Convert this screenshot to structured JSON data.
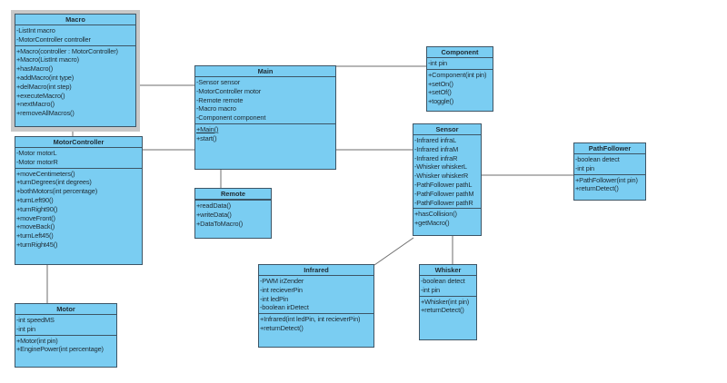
{
  "colors": {
    "class_fill": "#7acdf2",
    "border": "#3d5566",
    "line": "#6e6e6e",
    "selection": "#c8c8c8"
  },
  "classes": [
    {
      "id": "macro",
      "name": "Macro",
      "selected": true,
      "attributes": [
        "-ListInt macro",
        "-MotorController controller"
      ],
      "operations": [
        "+Macro(controller : MotorController)",
        "+Macro(ListInt macro)",
        "+hasMacro()",
        "+addMacro(int type)",
        "+delMacro(int step)",
        "+executeMacro()",
        "+nextMacro()",
        "+removeAllMacros()"
      ]
    },
    {
      "id": "motorcontroller",
      "name": "MotorController",
      "attributes": [
        "-Motor motorL",
        "-Motor motorR"
      ],
      "operations": [
        "+moveCentimeters()",
        "+turnDegrees(int degrees)",
        "+bothMotors(int percentage)",
        "+turnLeft90()",
        "+turnRight90()",
        "+moveFront()",
        "+moveBack()",
        "+turnLeft45()",
        "+turnRight45()"
      ]
    },
    {
      "id": "main",
      "name": "Main",
      "attributes": [
        "-Sensor sensor",
        "-MotorController motor",
        "-Remote remote",
        "-Macro macro",
        "-Component component"
      ],
      "operations": [
        "+Main()",
        "+start()"
      ],
      "static_ops": [
        "+Main()"
      ]
    },
    {
      "id": "remote",
      "name": "Remote",
      "attributes": [],
      "operations": [
        "+readData()",
        "+writeData()",
        "+DataToMacro()"
      ]
    },
    {
      "id": "component",
      "name": "Component",
      "attributes": [
        "-int pin"
      ],
      "operations": [
        "+Component(int pin)",
        "+setOn()",
        "+setOf()",
        "+toggle()"
      ]
    },
    {
      "id": "sensor",
      "name": "Sensor",
      "attributes": [
        "-Infrared infraL",
        "-Infrared infraM",
        "-Infrared infraR",
        "-Whisker whiskerL",
        "-Whisker whiskerR",
        "-PathFollower pathL",
        "-PathFollower pathM",
        "-PathFollower pathR"
      ],
      "operations": [
        "+hasCollision()",
        "+getMacro()"
      ]
    },
    {
      "id": "pathfollower",
      "name": "PathFollower",
      "attributes": [
        "-boolean detect",
        "-int pin"
      ],
      "operations": [
        "+PathFollower(int pin)",
        "+returnDetect()"
      ]
    },
    {
      "id": "infrared",
      "name": "Infrared",
      "attributes": [
        "-PWM irZender",
        "-int recieverPin",
        "-int ledPin",
        "-boolean irDetect"
      ],
      "operations": [
        "+Infrared(int ledPin, int recieverPin)",
        "+returnDetect()"
      ]
    },
    {
      "id": "whisker",
      "name": "Whisker",
      "attributes": [
        "-boolean detect",
        "-int pin"
      ],
      "operations": [
        "+Whisker(int pin)",
        "+returnDetect()"
      ]
    },
    {
      "id": "motor",
      "name": "Motor",
      "attributes": [
        "-int speedMS",
        "-int pin"
      ],
      "operations": [
        "+Motor(int pin)",
        "+EnginePower(int percentage)"
      ]
    }
  ],
  "associations": [
    {
      "from": "macro",
      "to": "main"
    },
    {
      "from": "macro",
      "to": "motorcontroller"
    },
    {
      "from": "motorcontroller",
      "to": "main"
    },
    {
      "from": "motorcontroller",
      "to": "motor"
    },
    {
      "from": "main",
      "to": "remote"
    },
    {
      "from": "main",
      "to": "component"
    },
    {
      "from": "main",
      "to": "sensor"
    },
    {
      "from": "sensor",
      "to": "pathfollower"
    },
    {
      "from": "sensor",
      "to": "infrared"
    },
    {
      "from": "sensor",
      "to": "whisker"
    }
  ]
}
